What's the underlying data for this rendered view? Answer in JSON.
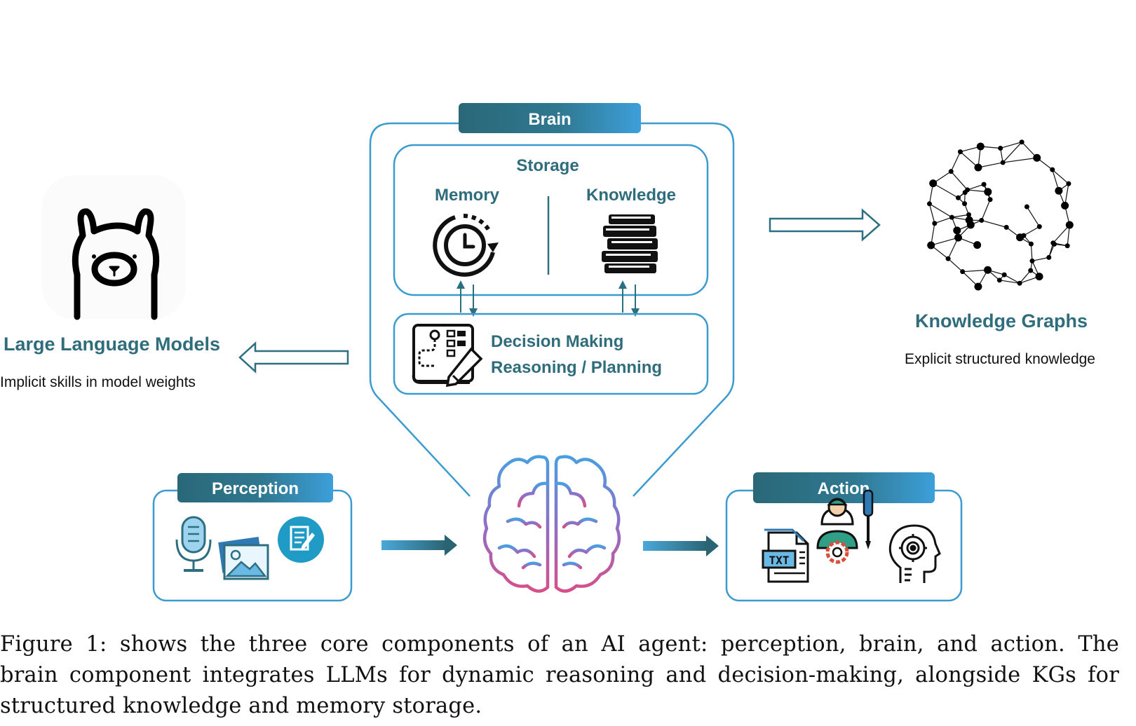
{
  "brain": {
    "label": "Brain"
  },
  "storage": {
    "label": "Storage",
    "memory_label": "Memory",
    "knowledge_label": "Knowledge"
  },
  "decision": {
    "line1": "Decision Making",
    "line2": "Reasoning / Planning"
  },
  "llm": {
    "title": "Large Language Models",
    "subtitle": "Implicit skills in model weights"
  },
  "kg": {
    "title": "Knowledge Graphs",
    "subtitle": "Explicit structured knowledge"
  },
  "perception": {
    "label": "Perception"
  },
  "action": {
    "label": "Action",
    "txt_icon_text": "TXT"
  },
  "caption": {
    "line1": "Figure 1: shows the three core components of an AI agent: perception, brain, and action. The",
    "line2": "brain component integrates LLMs for dynamic reasoning and decision-making, alongside KGs for",
    "line3": "structured knowledge and memory storage."
  },
  "colors": {
    "teal": "#2c6f80",
    "accent": "#4aa6d8",
    "border": "#3b9bd0",
    "text_teal": "#2f6d7c",
    "brain_top": "#4a9fe0",
    "brain_bottom": "#d64f8a"
  }
}
